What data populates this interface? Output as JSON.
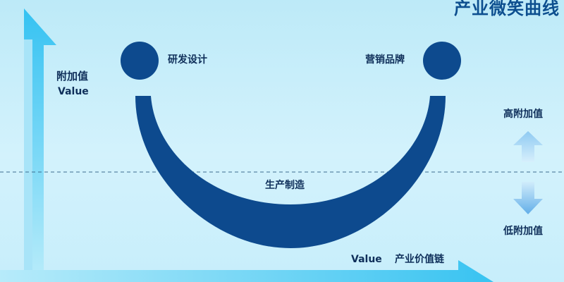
{
  "title": "产业微笑曲线",
  "y_axis": {
    "label_cn": "附加值",
    "label_en": "Value"
  },
  "x_axis": {
    "label_en": "Value",
    "label_cn": "产业价值链"
  },
  "curve_labels": {
    "left": "研发设计",
    "right": "营销品牌",
    "bottom": "生产制造"
  },
  "indicators": {
    "high": "高附加值",
    "low": "低附加值"
  },
  "colors": {
    "background": "#c9eefa",
    "curve": "#0d4a8e",
    "axis": "#3fc6f0",
    "arrow_up": "#a9d8f6",
    "arrow_down": "#6fb6ea",
    "title": "#0d4f8f",
    "text": "#0f2f5a"
  }
}
